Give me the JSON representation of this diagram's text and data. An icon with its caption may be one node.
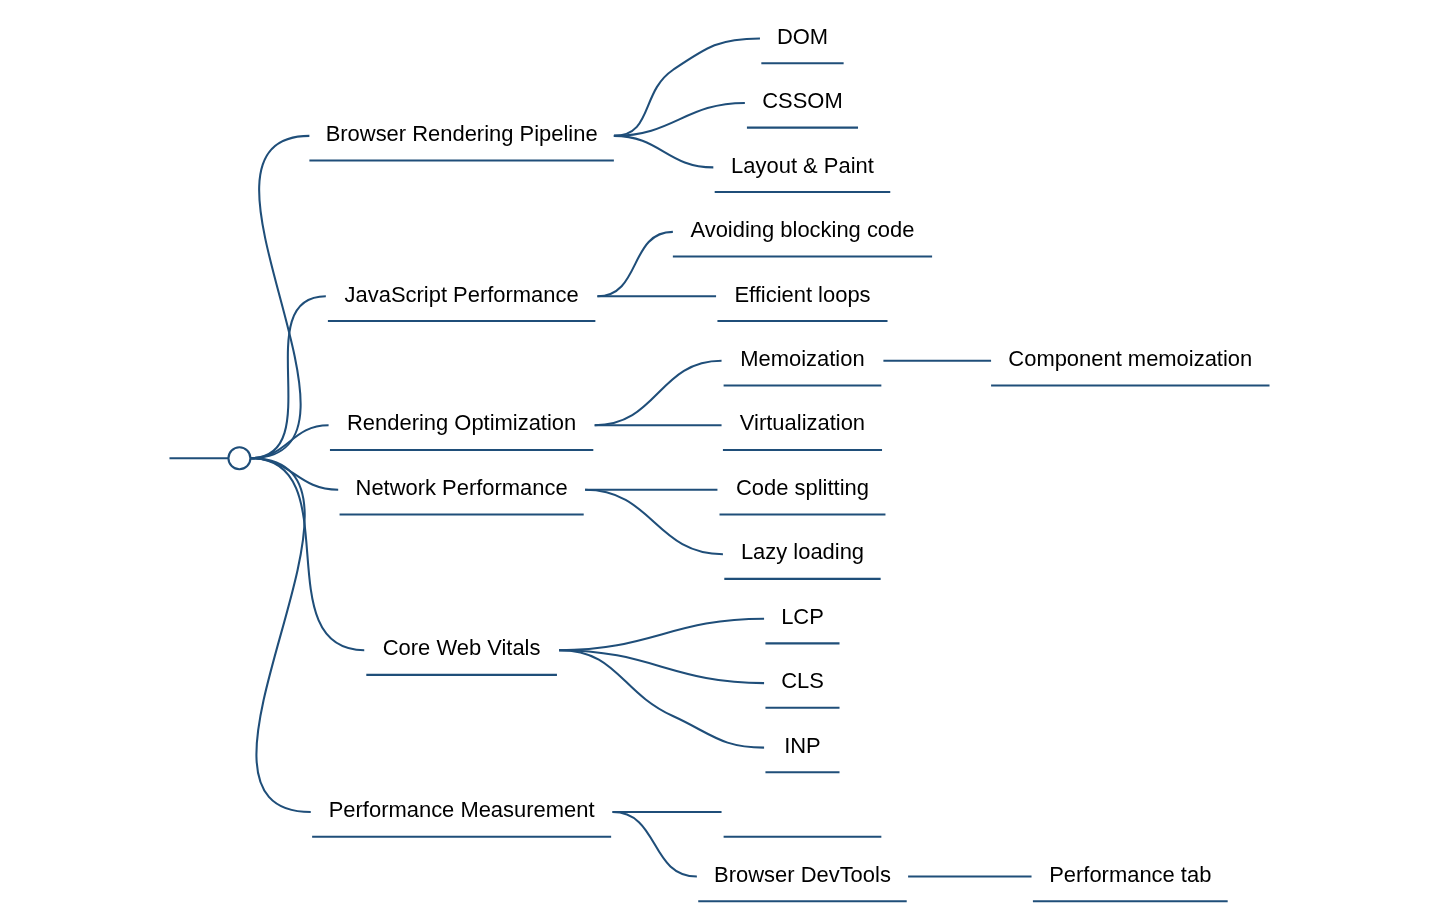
{
  "diagram": {
    "nodes": [
      {
        "text": [],
        "shape": "circle"
      },
      {
        "text": [
          "Browser Rendering Pipeline"
        ]
      },
      {
        "text": [
          "DOM"
        ]
      },
      {
        "text": [
          "CSSOM"
        ]
      },
      {
        "text": [
          "Layout & Paint"
        ]
      },
      {
        "text": [
          "JavaScript Performance"
        ]
      },
      {
        "text": [
          "Avoiding blocking code"
        ]
      },
      {
        "text": [
          "Efficient loops"
        ]
      },
      {
        "text": [
          "Rendering Optimization"
        ]
      },
      {
        "text": [
          "Memoization"
        ]
      },
      {
        "text": [
          "Component memoization"
        ]
      },
      {
        "text": [
          "Virtualization"
        ]
      },
      {
        "text": [
          "Network Performance"
        ]
      },
      {
        "text": [
          "Code splitting"
        ]
      },
      {
        "text": [
          "Lazy loading"
        ]
      },
      {
        "text": [
          "Core Web Vitals"
        ]
      },
      {
        "text": [
          "LCP"
        ]
      },
      {
        "text": [
          "CLS"
        ]
      },
      {
        "text": [
          "INP"
        ]
      },
      {
        "text": [
          "Performance Measurement"
        ]
      },
      {
        "text": [],
        "shape": "bar"
      },
      {
        "text": [
          "Browser DevTools"
        ]
      },
      {
        "text": [
          "Performance tab"
        ]
      }
    ],
    "edges": [
      {
        "from": null,
        "to": 0,
        "arrow": "none"
      },
      {
        "from": 0,
        "to": 1,
        "arrow": "none"
      },
      {
        "from": 1,
        "to": 2,
        "arrow": "none"
      },
      {
        "from": 1,
        "to": 3,
        "arrow": "none"
      },
      {
        "from": 1,
        "to": 4,
        "arrow": "none"
      },
      {
        "from": 0,
        "to": 5,
        "arrow": "none"
      },
      {
        "from": 5,
        "to": 6,
        "arrow": "none"
      },
      {
        "from": 5,
        "to": 7,
        "arrow": "none"
      },
      {
        "from": 0,
        "to": 8,
        "arrow": "none"
      },
      {
        "from": 8,
        "to": 9,
        "arrow": "none"
      },
      {
        "from": 9,
        "to": 10,
        "arrow": "none"
      },
      {
        "from": 8,
        "to": 11,
        "arrow": "none"
      },
      {
        "from": 0,
        "to": 12,
        "arrow": "none"
      },
      {
        "from": 12,
        "to": 13,
        "arrow": "none"
      },
      {
        "from": 12,
        "to": 14,
        "arrow": "none"
      },
      {
        "from": 0,
        "to": 15,
        "arrow": "none"
      },
      {
        "from": 15,
        "to": 16,
        "arrow": "none"
      },
      {
        "from": 15,
        "to": 17,
        "arrow": "none"
      },
      {
        "from": 15,
        "to": 18,
        "arrow": "none"
      },
      {
        "from": 0,
        "to": 19,
        "arrow": "none"
      },
      {
        "from": 19,
        "to": 20,
        "arrow": "none"
      },
      {
        "from": 19,
        "to": 21,
        "arrow": "none"
      },
      {
        "from": 21,
        "to": 22,
        "arrow": "none"
      }
    ]
  }
}
